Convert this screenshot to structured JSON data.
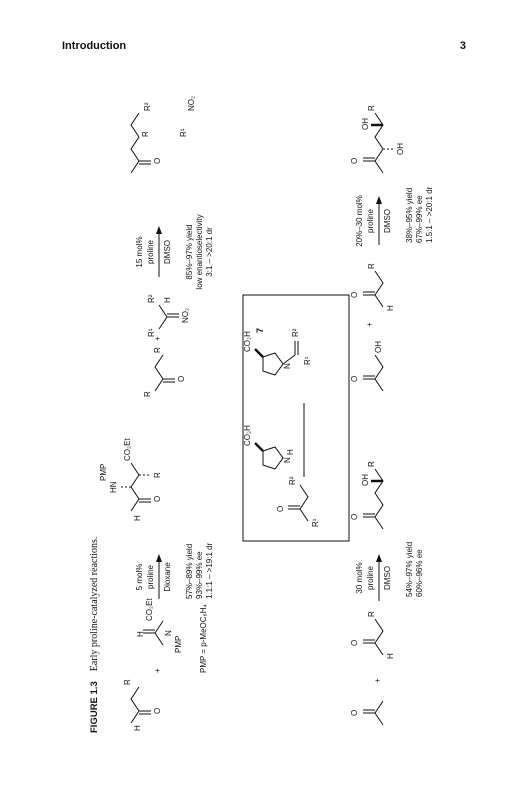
{
  "header": {
    "section": "Introduction",
    "page": "3"
  },
  "reaction1": {
    "plus": "+",
    "aldehyde": {
      "o": "O",
      "h": "H",
      "r": "R"
    },
    "product": {
      "o": "O",
      "oh": "OH",
      "r": "R"
    },
    "catalyst": "30 mol%",
    "catalyst2": "proline",
    "solvent": "DMSO",
    "yield": "54%–97% yield",
    "ee": "60%–96% ee"
  },
  "reaction2": {
    "plus": "+",
    "hydroxyacetone": {
      "o": "O",
      "oh": "OH"
    },
    "aldehyde": {
      "o": "O",
      "h": "H",
      "r": "R"
    },
    "product": {
      "o": "O",
      "oh1": "OH",
      "oh2": "OH",
      "r": "R"
    },
    "catalyst": "20%–30 mol%",
    "catalyst2": "proline",
    "solvent": "DMSO",
    "yield": "38%–95% yield",
    "ee": "67%–99% ee",
    "dr": "1.5:1 – >20:1 dr"
  },
  "reaction3": {
    "plus1": "+",
    "aldehyde": {
      "o": "O",
      "h": "H",
      "r": "R"
    },
    "imine": {
      "pmp": "PMP",
      "n": "N",
      "h": "H",
      "co2et": "CO₂Et"
    },
    "product": {
      "o": "O",
      "h": "H",
      "hn": "HN",
      "pmp": "PMP",
      "co2et": "CO₂Et",
      "r": "R"
    },
    "catalyst": "5 mol%",
    "catalyst2": "proline",
    "solvent": "Dioxane",
    "yield": "57%–89% yield",
    "ee": "93%–99% ee",
    "dr": "1.1:1 – >19:1 dr",
    "pmp_def": "PMP = p-MeOC₆H₄"
  },
  "reaction4": {
    "plus": "+",
    "ketone": {
      "o": "O",
      "r1": "R",
      "r2": "R"
    },
    "nitroalkene": {
      "no2": "NO₂",
      "r1": "R¹",
      "r2": "R²",
      "h": "H"
    },
    "product": {
      "o": "O",
      "no2": "NO₂",
      "r1": "R¹",
      "r2": "R²",
      "r": "R"
    },
    "catalyst": "15 mol%",
    "catalyst2": "proline",
    "solvent": "DMSO",
    "yield": "85%–97% yield",
    "selectivity": "low enantioselectivity",
    "dr": "3:1 – >20:1 dr"
  },
  "box": {
    "carbonyl": {
      "o": "O",
      "r1": "R¹",
      "r2": "R²"
    },
    "proline": {
      "co2h": "CO₂H",
      "n": "N",
      "h": "H"
    },
    "enamine": {
      "co2h": "CO₂H",
      "n": "N",
      "r1": "R¹",
      "r2": "R²",
      "num": "7"
    }
  },
  "caption": {
    "label": "FIGURE 1.3",
    "text": "Early proline-catalyzed reactions."
  }
}
